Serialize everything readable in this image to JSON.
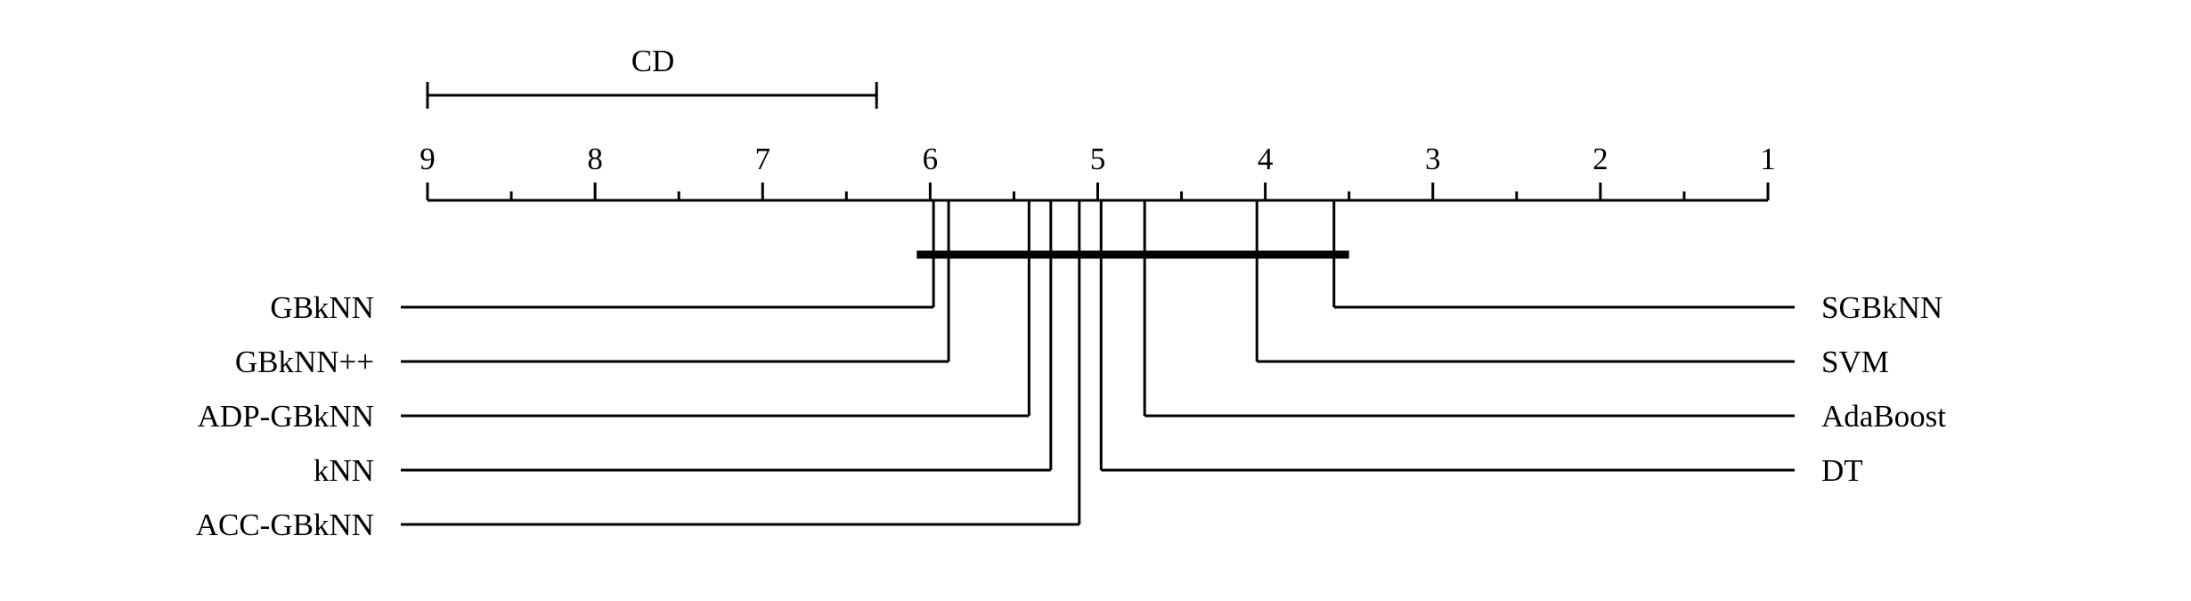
{
  "cd_label": "CD",
  "chart_data": {
    "type": "critical-difference-diagram",
    "axis": {
      "min": 1,
      "max": 9,
      "reversed": true,
      "ticks": [
        9,
        8,
        7,
        6,
        5,
        4,
        3,
        2,
        1
      ],
      "minor_step": 0.5
    },
    "critical_difference": 2.68,
    "methods_left": [
      {
        "name": "GBkNN",
        "rank": 5.98
      },
      {
        "name": "GBkNN++",
        "rank": 5.89
      },
      {
        "name": "ADP-GBkNN",
        "rank": 5.41
      },
      {
        "name": "kNN",
        "rank": 5.28
      },
      {
        "name": "ACC-GBkNN",
        "rank": 5.11
      }
    ],
    "methods_right": [
      {
        "name": "SGBkNN",
        "rank": 3.59
      },
      {
        "name": "SVM",
        "rank": 4.05
      },
      {
        "name": "AdaBoost",
        "rank": 4.72
      },
      {
        "name": "DT",
        "rank": 4.98
      }
    ],
    "cliques": [
      {
        "from": 6.08,
        "to": 3.5
      }
    ]
  }
}
